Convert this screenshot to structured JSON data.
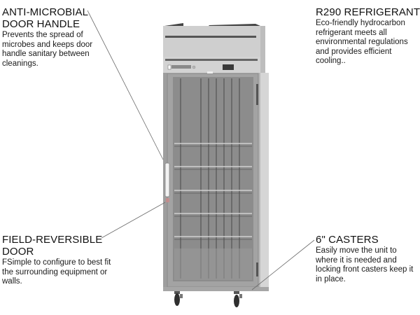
{
  "callouts": {
    "anti_microbial": {
      "title_line1": "ANTI-MICROBIAL",
      "title_line2": "DOOR HANDLE",
      "body": "Prevents the spread of microbes and keeps door handle sanitary between cleanings."
    },
    "refrigerant": {
      "title": "R290 REFRIGERANT",
      "body": "Eco-friendly hydrocarbon refrigerant meets all environmental regulations and provides efficient cooling.."
    },
    "reversible_door": {
      "title_line1": "FIELD-REVERSIBLE",
      "title_line2": "DOOR",
      "body": "FSimple to configure to best fit the surrounding equipment or walls."
    },
    "casters": {
      "title": "6\" CASTERS",
      "body": "Easily move the unit to where it is needed and locking front casters keep it in place."
    }
  },
  "product": {
    "type": "single glass door reach-in refrigerator",
    "colors": {
      "stainless": "#c8c8c8",
      "stainless_dark": "#a9a9a9",
      "glass": "#8e8e8e",
      "leader_line": "#666666",
      "handle_accent": "#c98a8a"
    }
  }
}
